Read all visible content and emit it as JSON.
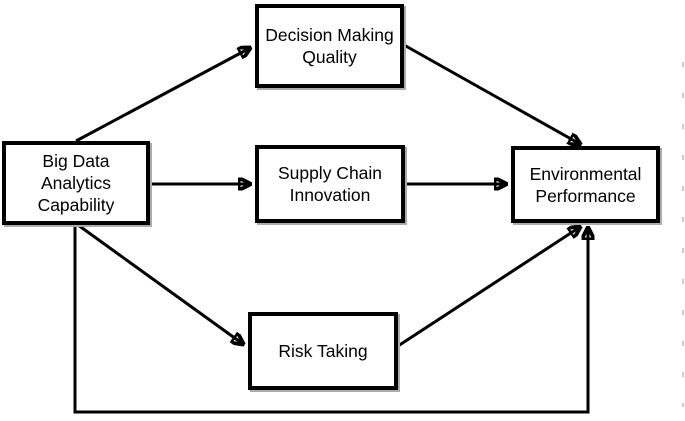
{
  "colors": {
    "line": "#000000",
    "box_border": "#000000",
    "box_fill": "#ffffff",
    "background": "#ffffff"
  },
  "diagram": {
    "type": "path-model",
    "nodes": [
      {
        "id": "big-data-analytics-capability",
        "label": "Big Data\nAnalytics\nCapability"
      },
      {
        "id": "decision-making-quality",
        "label": "Decision Making\nQuality"
      },
      {
        "id": "supply-chain-innovation",
        "label": "Supply Chain\nInnovation"
      },
      {
        "id": "risk-taking",
        "label": "Risk Taking"
      },
      {
        "id": "environmental-performance",
        "label": "Environmental\nPerformance"
      }
    ],
    "edges": [
      {
        "from": "big-data-analytics-capability",
        "to": "decision-making-quality"
      },
      {
        "from": "big-data-analytics-capability",
        "to": "supply-chain-innovation"
      },
      {
        "from": "big-data-analytics-capability",
        "to": "risk-taking"
      },
      {
        "from": "decision-making-quality",
        "to": "environmental-performance"
      },
      {
        "from": "supply-chain-innovation",
        "to": "environmental-performance"
      },
      {
        "from": "risk-taking",
        "to": "environmental-performance"
      },
      {
        "from": "big-data-analytics-capability",
        "to": "environmental-performance"
      }
    ]
  }
}
